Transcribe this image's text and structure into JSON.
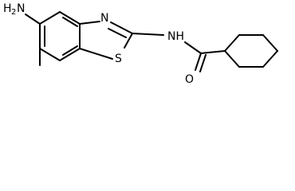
{
  "molecule": {
    "labels": {
      "amino_h": "H",
      "amino_sub": "2",
      "amino_n": "N",
      "thiazole_n": "N",
      "sulfur": "S",
      "amide_n": "NH",
      "oxygen": "O"
    },
    "colors": {
      "bond": "#000000",
      "label": "#000000",
      "background": "#ffffff"
    }
  }
}
